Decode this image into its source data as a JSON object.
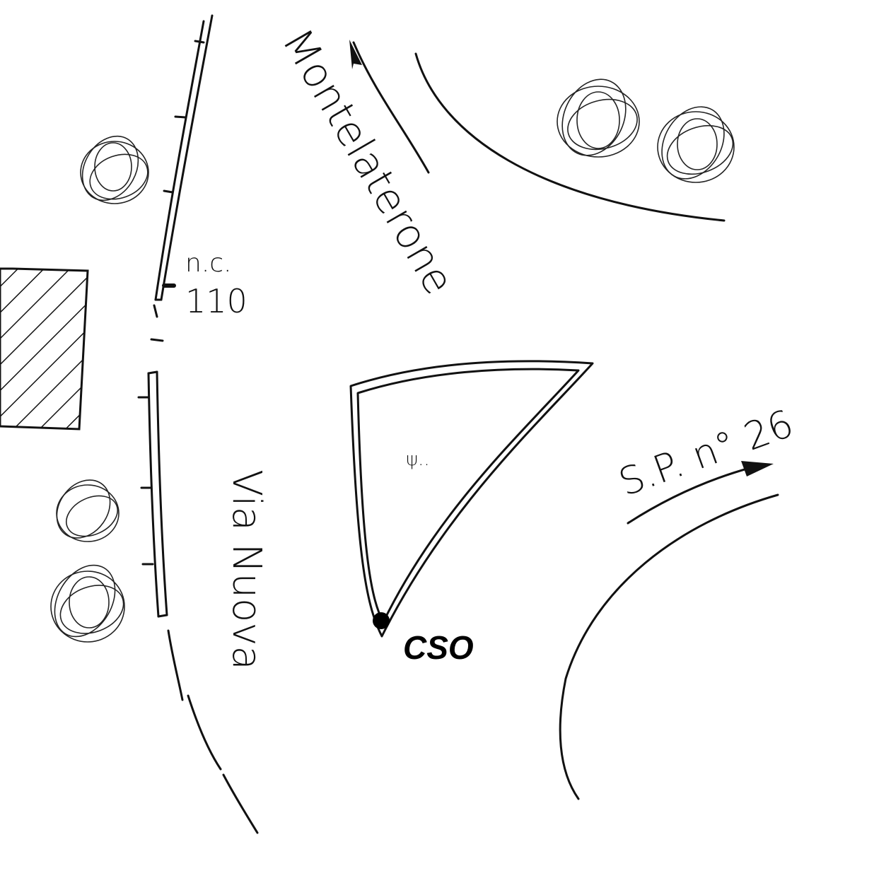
{
  "labels": {
    "road_north": "Montelaterone",
    "road_west": "Via Nuova",
    "road_east": "S.P. n° 26",
    "house_number_prefix": "n.c.",
    "house_number": "110",
    "point_label": "CSO",
    "island_mark": "ψ.."
  },
  "colors": {
    "ink": "#111111",
    "point": "#000000",
    "background": "#ffffff"
  }
}
